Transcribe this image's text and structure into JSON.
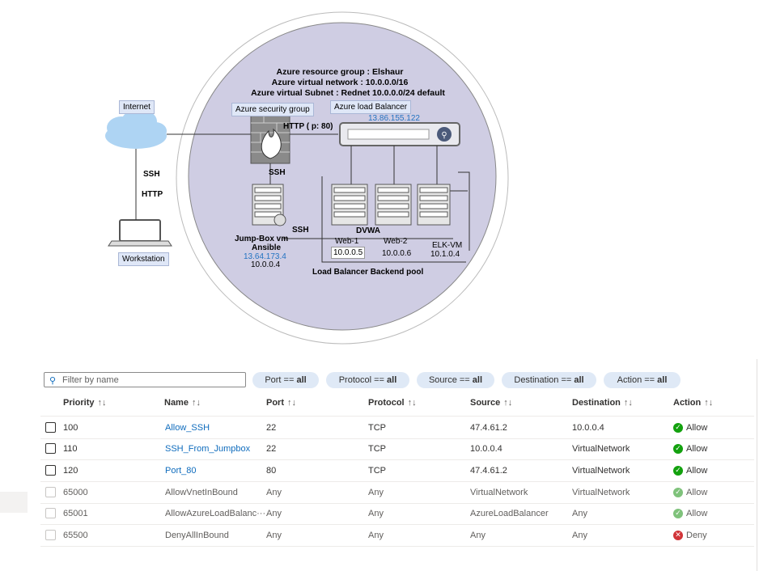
{
  "diagram": {
    "header_lines": [
      "Azure resource group : Elshaur",
      "Azure virtual network : 10.0.0.0/16",
      "Azure virtual Subnet : Rednet  10.0.0.0/24  default"
    ],
    "internet_label": "Internet",
    "workstation_label": "Workstation",
    "ssh_label_left": "SSH",
    "http_label_left": "HTTP",
    "security_group_label": "Azure security group",
    "http_port_label": "HTTP  ( p: 80)",
    "ssh_label_fw": "SSH",
    "load_balancer_label": "Azure load Balancer",
    "load_balancer_ip": "13.86.155.122",
    "jumpbox_ssh": "SSH",
    "jumpbox_name": "Jump-Box vm",
    "jumpbox_sub": "Ansible",
    "jumpbox_public_ip": "13.64.173.4",
    "jumpbox_private_ip": "10.0.0.4",
    "dvwa_label": "DVWA",
    "web1_label": "Web-1",
    "web1_ip": "10.0.0.5",
    "web2_label": "Web-2",
    "web2_ip": "10.0.0.6",
    "elk_label": "ELK-VM",
    "elk_ip": "10.1.0.4",
    "backend_pool_label": "Load Balancer Backend pool"
  },
  "filter": {
    "placeholder": "Filter by name",
    "pills": [
      {
        "label": "Port == ",
        "value": "all"
      },
      {
        "label": "Protocol == ",
        "value": "all"
      },
      {
        "label": "Source == ",
        "value": "all"
      },
      {
        "label": "Destination == ",
        "value": "all"
      },
      {
        "label": "Action == ",
        "value": "all"
      }
    ]
  },
  "table": {
    "columns": [
      "Priority",
      "Name",
      "Port",
      "Protocol",
      "Source",
      "Destination",
      "Action"
    ],
    "sort_glyph": "↑↓",
    "rows": [
      {
        "priority": "100",
        "name": "Allow_SSH",
        "port": "22",
        "protocol": "TCP",
        "source": "47.4.61.2",
        "destination": "10.0.0.4",
        "action": "Allow",
        "custom": true
      },
      {
        "priority": "110",
        "name": "SSH_From_Jumpbox",
        "port": "22",
        "protocol": "TCP",
        "source": "10.0.0.4",
        "destination": "VirtualNetwork",
        "action": "Allow",
        "custom": true
      },
      {
        "priority": "120",
        "name": "Port_80",
        "port": "80",
        "protocol": "TCP",
        "source": "47.4.61.2",
        "destination": "VirtualNetwork",
        "action": "Allow",
        "custom": true
      },
      {
        "priority": "65000",
        "name": "AllowVnetInBound",
        "port": "Any",
        "protocol": "Any",
        "source": "VirtualNetwork",
        "destination": "VirtualNetwork",
        "action": "Allow",
        "custom": false
      },
      {
        "priority": "65001",
        "name": "AllowAzureLoadBalanc···",
        "port": "Any",
        "protocol": "Any",
        "source": "AzureLoadBalancer",
        "destination": "Any",
        "action": "Allow",
        "custom": false
      },
      {
        "priority": "65500",
        "name": "DenyAllInBound",
        "port": "Any",
        "protocol": "Any",
        "source": "Any",
        "destination": "Any",
        "action": "Deny",
        "custom": false
      }
    ]
  },
  "colors": {
    "allow": "#13a10e",
    "allow_muted": "#7fc27b",
    "deny": "#d13438",
    "link": "#0f6cbd",
    "circle": "#cfcde3",
    "pill": "#dfe9f6"
  }
}
